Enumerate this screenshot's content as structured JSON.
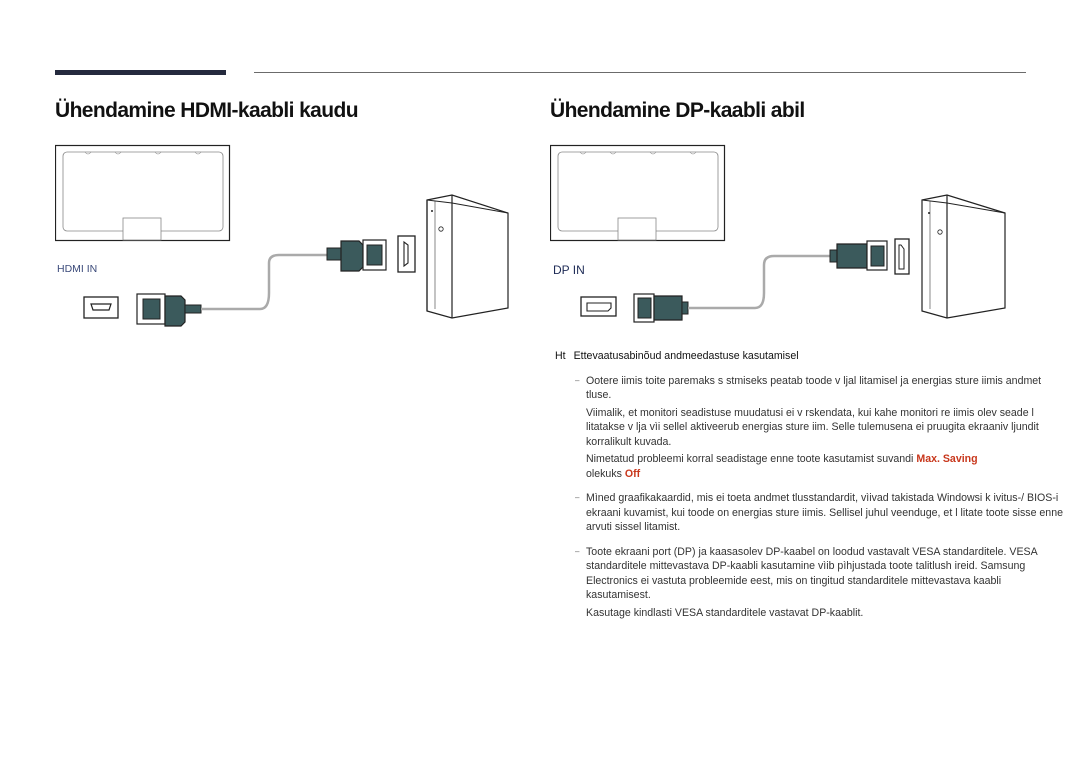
{
  "headings": {
    "left": "Ühendamine HDMI-kaabli kaudu",
    "right": "Ühendamine DP-kaabli abil"
  },
  "labels": {
    "hdmi_in": "HDMI IN",
    "dp_in": "DP IN"
  },
  "notes": {
    "ht": "Ht",
    "title": "Ettevaatusabinõud andmeedastuse kasutamisel",
    "item1_a": "Ootere iimis toite paremaks s  stmiseks peatab toode v  ljal litamisel ja energias  sture iimis andmet  tluse.",
    "item1_b": "Viimalik, et monitori seadistuse muudatusi ei v  rskendata, kui kahe monitori re iimis olev seade l  litatakse v  lja vìi sellel aktiveerub energias  sture iim. Selle tulemusena ei pruugita ekraaniv  ljundit korralikult kuvada.",
    "item1_c_pre": "Nimetatud probleemi korral seadistage enne toote kasutamist suvandi",
    "item1_c_link": "Max. Saving",
    "item1_c_mid": "olekuks",
    "item1_c_val": "Off",
    "item2": "Mìned graafikakaardid, mis ei toeta andmet  tlusstandardit, vìivad takistada Windowsi k  ivitus-/ BIOS-i ekraani kuvamist, kui toode on energias  sture iimis. Sellisel juhul veenduge, et l  litate toote sisse enne arvuti sissel  litamist.",
    "item3_a": "Toote ekraani port (DP) ja kaasasolev DP-kaabel on loodud vastavalt VESA standarditele. VESA standarditele mittevastava DP-kaabli kasutamine vìib pìhjustada toote talitlush ireid. Samsung Electronics ei vastuta probleemide eest, mis on tingitud standarditele mittevastava kaabli kasutamisest.",
    "item3_b": "Kasutage kindlasti VESA standarditele vastavat DP-kaablit."
  }
}
